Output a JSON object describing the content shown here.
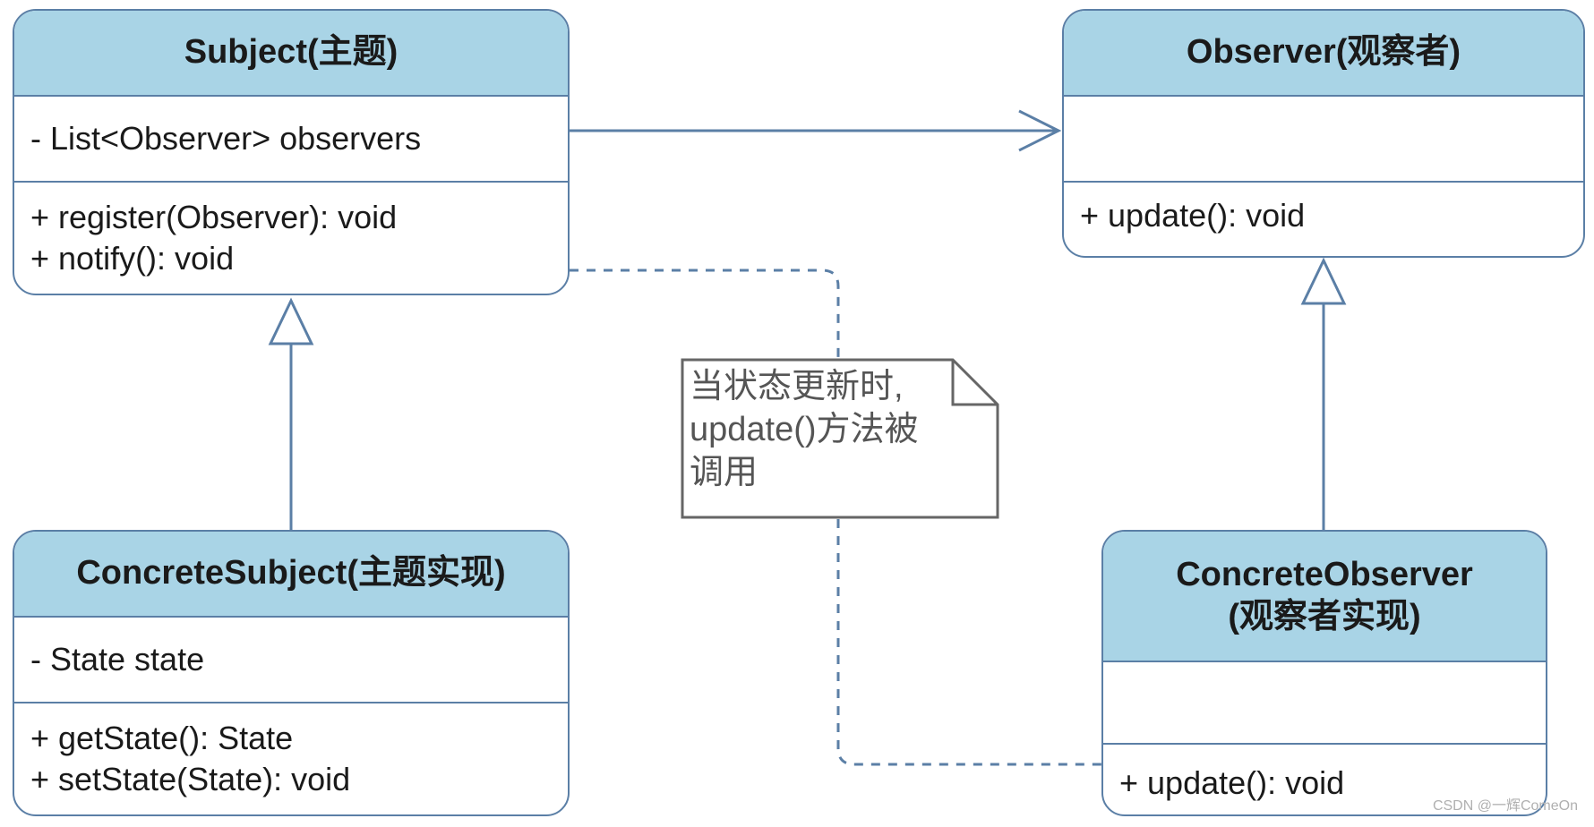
{
  "subject": {
    "name": "Subject(主题)",
    "attributes": [
      "- List<Observer> observers"
    ],
    "operations": [
      "+ register(Observer): void",
      "+ notify(): void"
    ]
  },
  "observer": {
    "name": "Observer(观察者)",
    "attributes": [],
    "operations": [
      "+ update(): void"
    ]
  },
  "concrete_subject": {
    "name": "ConcreteSubject(主题实现)",
    "attributes": [
      "- State state"
    ],
    "operations": [
      "+ getState(): State",
      "+ setState(State): void"
    ]
  },
  "concrete_observer": {
    "name_line1": "ConcreteObserver",
    "name_line2": "(观察者实现)",
    "attributes": [],
    "operations": [
      "+ update(): void"
    ]
  },
  "note": {
    "lines": [
      "当状态更新时,",
      "update()方法被",
      "调用"
    ]
  },
  "watermark": "CSDN @一辉ComeOn",
  "colors": {
    "border": "#5b7fa6",
    "header_fill": "#a9d4e6",
    "note_border": "#666666",
    "text": "#1a1a1a"
  }
}
